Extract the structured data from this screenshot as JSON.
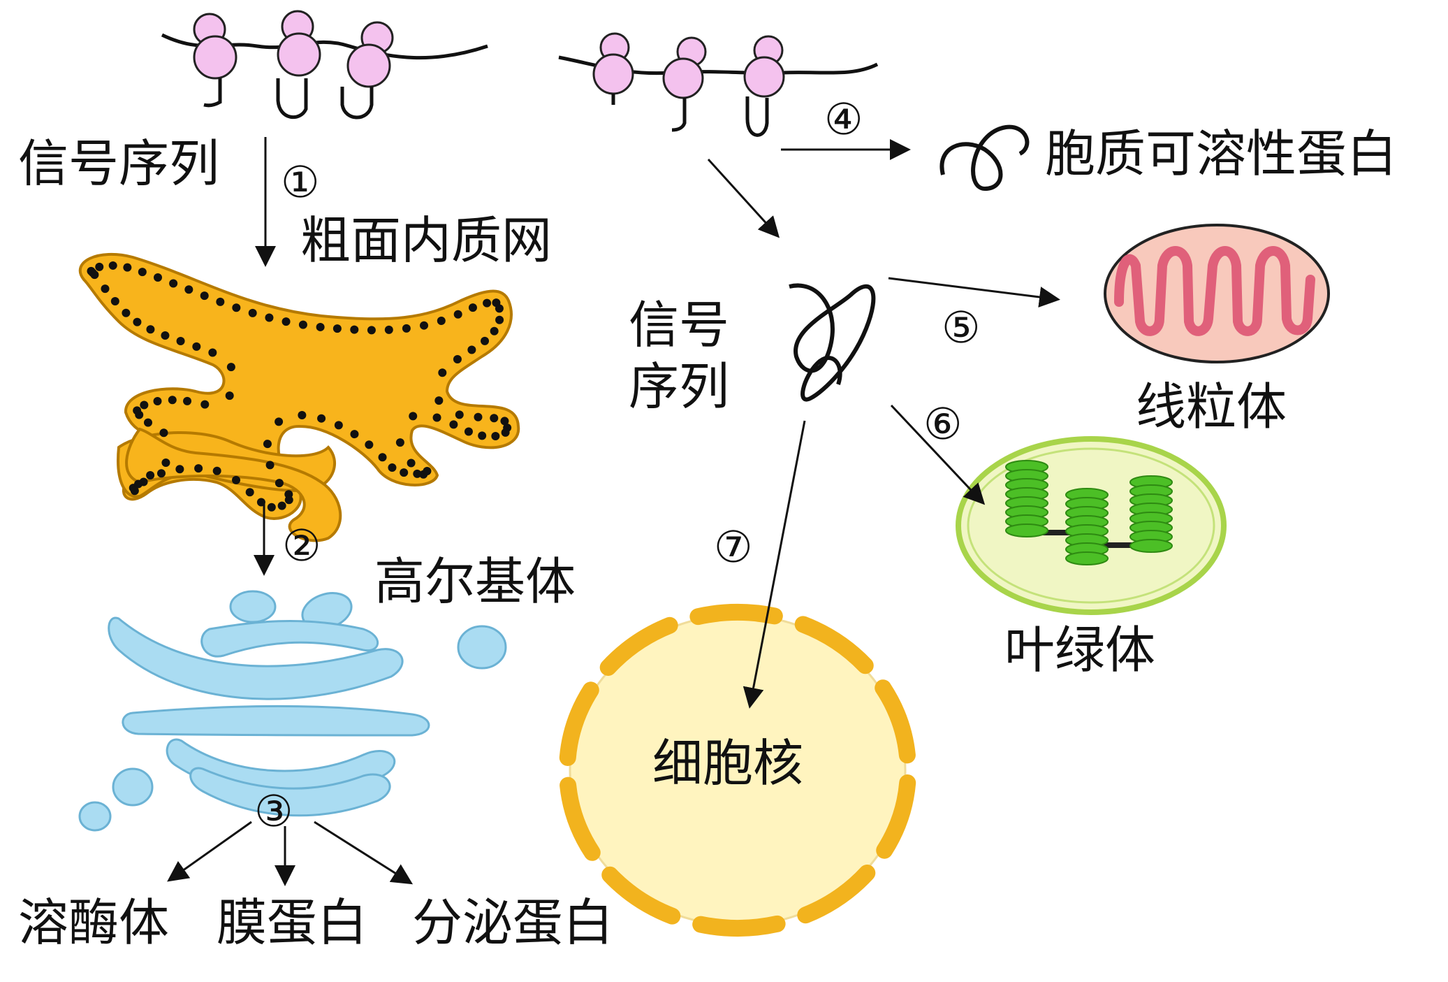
{
  "labels": {
    "signal_seq_left": "信号序列",
    "signal_seq_center": "信号序列",
    "rough_er": "粗面内质网",
    "golgi": "高尔基体",
    "lysosome": "溶酶体",
    "membrane_protein": "膜蛋白",
    "secretory_protein": "分泌蛋白",
    "cytosolic_protein": "胞质可溶性蛋白",
    "mitochondrion": "线粒体",
    "chloroplast": "叶绿体",
    "nucleus": "细胞核"
  },
  "steps": {
    "s1": "①",
    "s2": "②",
    "s3": "③",
    "s4": "④",
    "s5": "⑤",
    "s6": "⑥",
    "s7": "⑦"
  },
  "colors": {
    "ribosome": "#f4c2ee",
    "er": "#f8b41c",
    "golgi": "#aadcf2",
    "nucleus_fill": "#fff4bf",
    "nucleus_envelope": "#f2b31e",
    "mito_fill": "#f8c9bc",
    "mito_cristae": "#e0607a",
    "chloro_fill": "#f0f6c4",
    "chloro_edge": "#a8d44a",
    "thylakoid": "#4cbf26"
  }
}
